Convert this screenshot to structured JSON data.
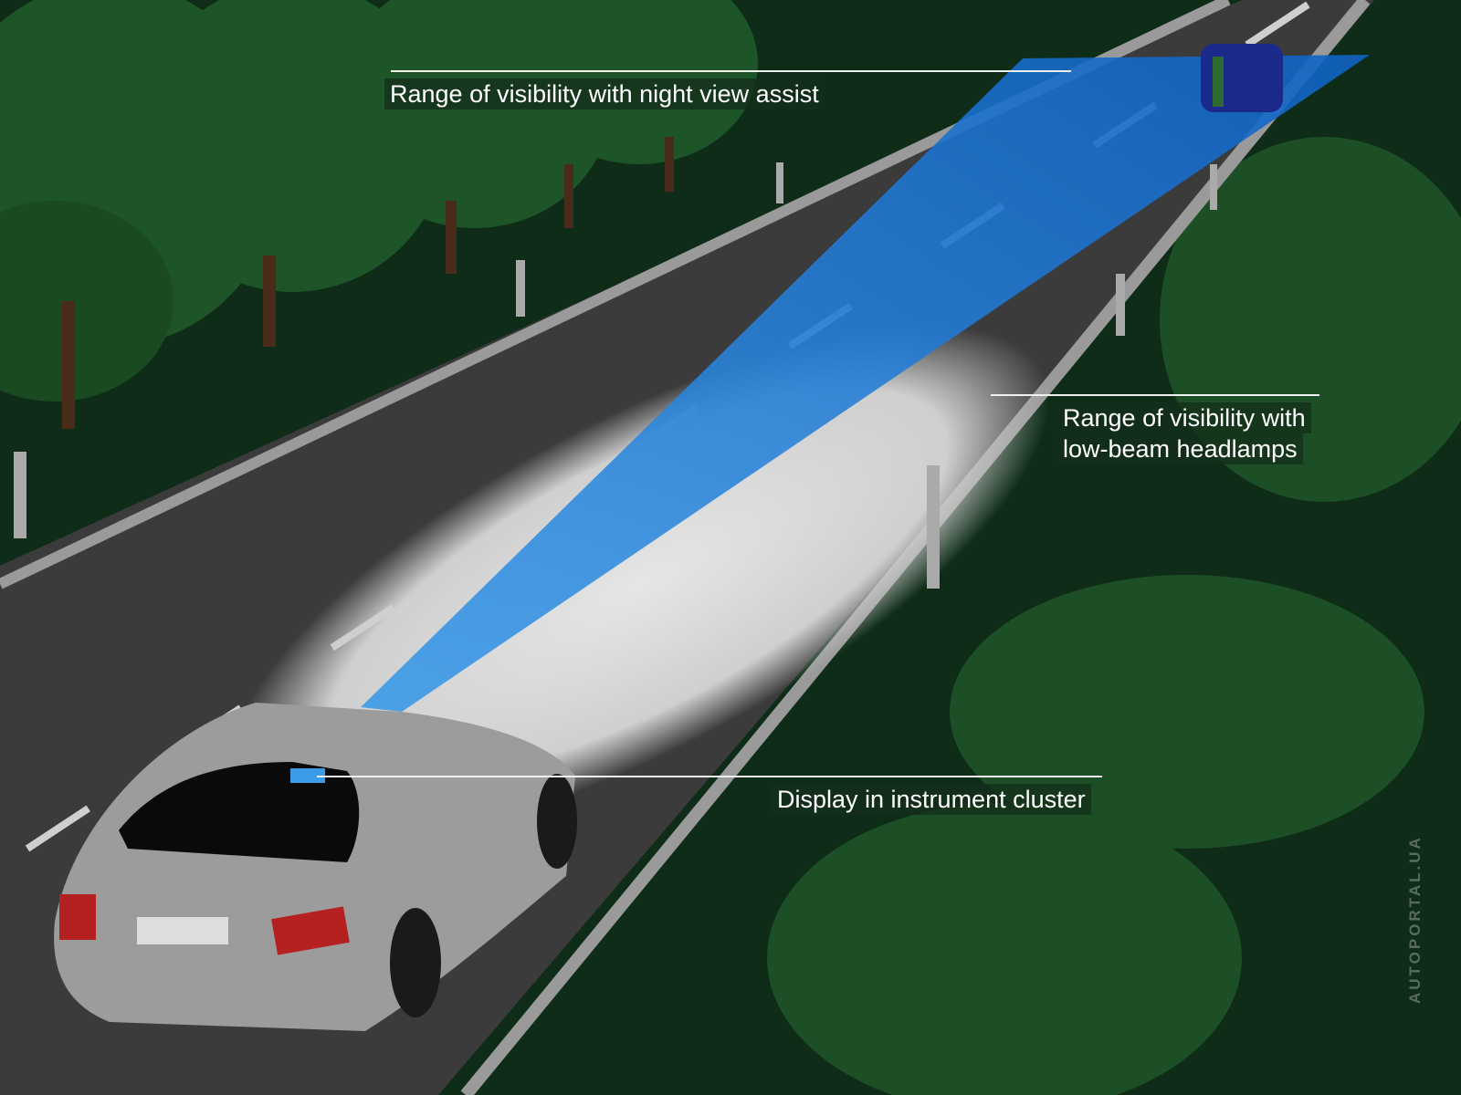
{
  "labels": {
    "night_view": "Range of visibility with night view assist",
    "low_beam_line1": "Range of visibility with",
    "low_beam_line2": "low-beam headlamps",
    "display": "Display in instrument cluster"
  },
  "watermark": "AUTOPORTAL.UA",
  "colors": {
    "background": "#0d2a17",
    "trees": "#1f5a2a",
    "road": "#3b3b3b",
    "night_view_beam": "#1f7ad6",
    "low_beam": "#d8d8d8",
    "car": "#9a9a9a"
  }
}
